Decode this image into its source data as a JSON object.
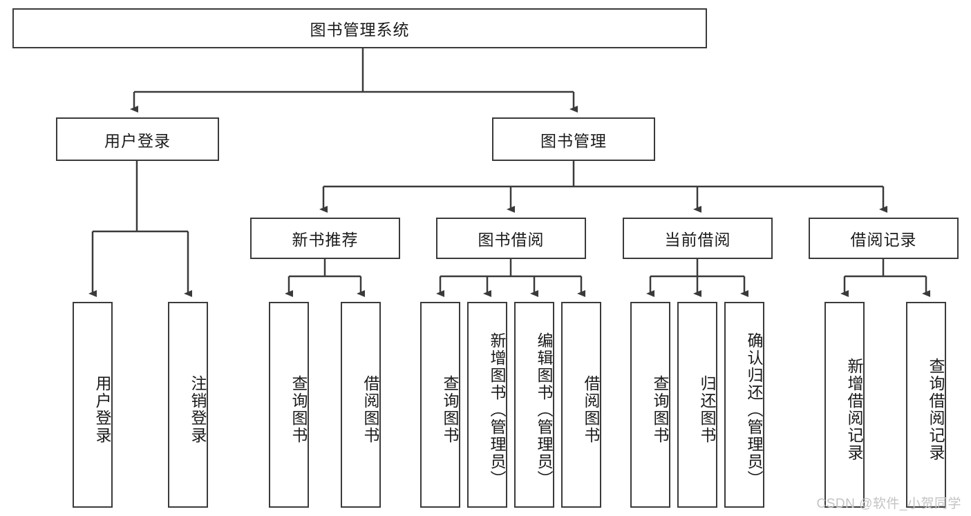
{
  "diagram": {
    "title": "图书管理系统",
    "theme": {
      "stroke": "#3a3a3a",
      "fill": "#ffffff",
      "text": "#1a1a1a",
      "watermark_color": "#c3c3c3",
      "background": "#ffffff"
    },
    "root": {
      "label": "图书管理系统"
    },
    "level2": [
      {
        "label": "用户登录"
      },
      {
        "label": "图书管理"
      }
    ],
    "level3": [
      {
        "label": "新书推荐"
      },
      {
        "label": "图书借阅"
      },
      {
        "label": "当前借阅"
      },
      {
        "label": "借阅记录"
      }
    ],
    "leaves": {
      "user_login": [
        {
          "label": "用户登录"
        },
        {
          "label": "注销登录"
        }
      ],
      "new_book_recommend": [
        {
          "label": "查询图书"
        },
        {
          "label": "借阅图书"
        }
      ],
      "book_borrow": [
        {
          "label": "查询图书"
        },
        {
          "label": "新增图书（管理员）"
        },
        {
          "label": "编辑图书（管理员）"
        },
        {
          "label": "借阅图书"
        }
      ],
      "current_borrow": [
        {
          "label": "查询图书"
        },
        {
          "label": "归还图书"
        },
        {
          "label": "确认归还（管理员）"
        }
      ],
      "borrow_record": [
        {
          "label": "新增借阅记录"
        },
        {
          "label": "查询借阅记录"
        }
      ]
    }
  },
  "watermark": {
    "text": "CSDN @软件_小贺同学"
  }
}
